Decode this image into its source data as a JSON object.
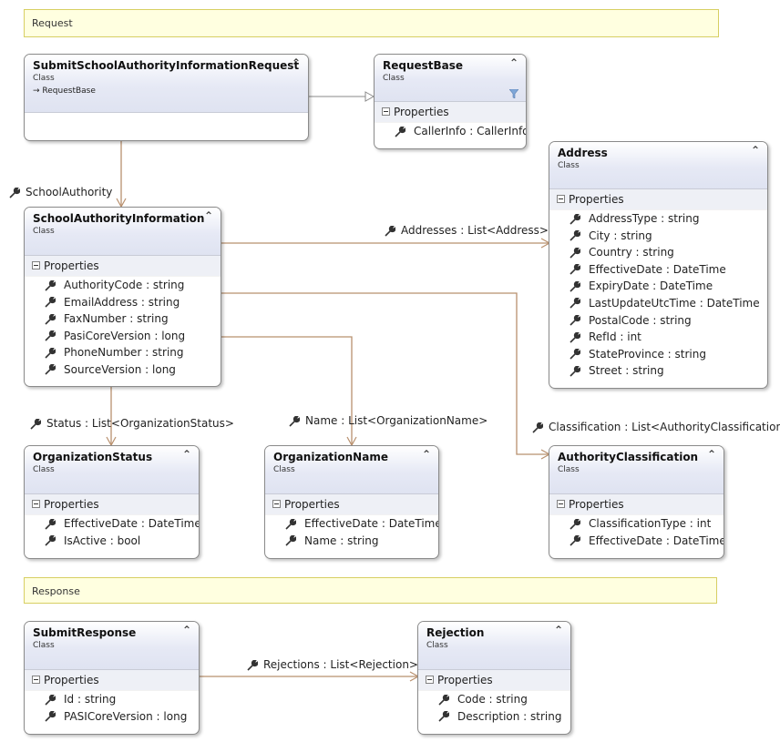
{
  "regions": {
    "request": "Request",
    "response": "Response"
  },
  "kind_label": "Class",
  "component_label": "Properties",
  "colors": {
    "connector": "#b8906e",
    "region_fill": "#ffffe0",
    "header_gradient": "#dfe3f1"
  },
  "classes": {
    "submit_request": {
      "name": "SubmitSchoolAuthorityInformationRequest",
      "base": "RequestBase"
    },
    "request_base": {
      "name": "RequestBase",
      "properties": [
        "CallerInfo : CallerInfo"
      ]
    },
    "address": {
      "name": "Address",
      "properties": [
        "AddressType : string",
        "City : string",
        "Country : string",
        "EffectiveDate : DateTime",
        "ExpiryDate : DateTime",
        "LastUpdateUtcTime : DateTime",
        "PostalCode : string",
        "RefId : int",
        "StateProvince : string",
        "Street : string"
      ]
    },
    "school_authority_information": {
      "name": "SchoolAuthorityInformation",
      "properties": [
        "AuthorityCode : string",
        "EmailAddress : string",
        "FaxNumber : string",
        "PasiCoreVersion : long",
        "PhoneNumber : string",
        "SourceVersion : long"
      ]
    },
    "organization_status": {
      "name": "OrganizationStatus",
      "properties": [
        "EffectiveDate : DateTime",
        "IsActive : bool"
      ]
    },
    "organization_name": {
      "name": "OrganizationName",
      "properties": [
        "EffectiveDate : DateTime",
        "Name : string"
      ]
    },
    "authority_classification": {
      "name": "AuthorityClassification",
      "properties": [
        "ClassificationType : int",
        "EffectiveDate : DateTime"
      ]
    },
    "submit_response": {
      "name": "SubmitResponse",
      "properties": [
        "Id : string",
        "PASICoreVersion : long"
      ]
    },
    "rejection": {
      "name": "Rejection",
      "properties": [
        "Code : string",
        "Description : string"
      ]
    }
  },
  "associations": {
    "school_authority": "SchoolAuthority",
    "addresses": "Addresses : List<Address>",
    "status": "Status : List<OrganizationStatus>",
    "name": "Name : List<OrganizationName>",
    "classification": "Classification : List<AuthorityClassification>",
    "rejections": "Rejections : List<Rejection>"
  },
  "icons": {
    "collapse": "double-chevron-up-icon",
    "property": "wrench-icon",
    "filter": "filter-icon",
    "inheritance": "arrow-right-icon"
  }
}
